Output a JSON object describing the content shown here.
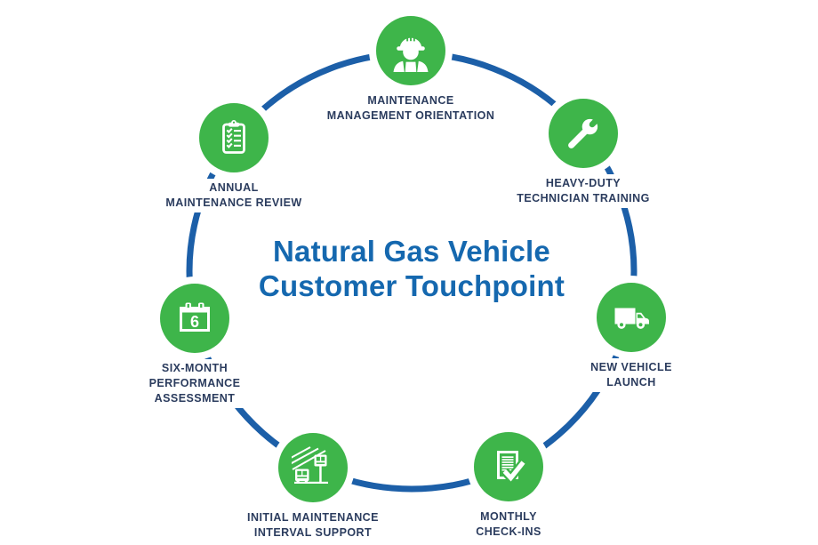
{
  "title": {
    "line1": "Natural Gas Vehicle",
    "line2": "Customer Touchpoint"
  },
  "colors": {
    "node_green": "#3eb54a",
    "ring_blue": "#1c5fa8",
    "title_blue": "#1568af",
    "label_navy": "#2b3c5e"
  },
  "nodes": [
    {
      "id": "maintenance-management-orientation",
      "icon": "worker-hard-hat-icon",
      "lines": [
        "MAINTENANCE",
        "MANAGEMENT ORIENTATION"
      ]
    },
    {
      "id": "heavy-duty-technician-training",
      "icon": "wrench-icon",
      "lines": [
        "HEAVY-DUTY",
        "TECHNICIAN TRAINING"
      ]
    },
    {
      "id": "new-vehicle-launch",
      "icon": "truck-icon",
      "lines": [
        "NEW VEHICLE",
        "LAUNCH"
      ]
    },
    {
      "id": "monthly-check-ins",
      "icon": "document-checkmark-icon",
      "lines": [
        "MONTHLY",
        "CHECK-INS"
      ]
    },
    {
      "id": "initial-maintenance-interval-support",
      "icon": "bus-station-icon",
      "lines": [
        "INITIAL MAINTENANCE",
        "INTERVAL SUPPORT"
      ]
    },
    {
      "id": "six-month-performance-assessment",
      "icon": "calendar-6-icon",
      "calendar_number": "6",
      "lines": [
        "SIX-MONTH",
        "PERFORMANCE",
        "ASSESSMENT"
      ]
    },
    {
      "id": "annual-maintenance-review",
      "icon": "clipboard-checklist-icon",
      "lines": [
        "ANNUAL",
        "MAINTENANCE REVIEW"
      ]
    }
  ]
}
